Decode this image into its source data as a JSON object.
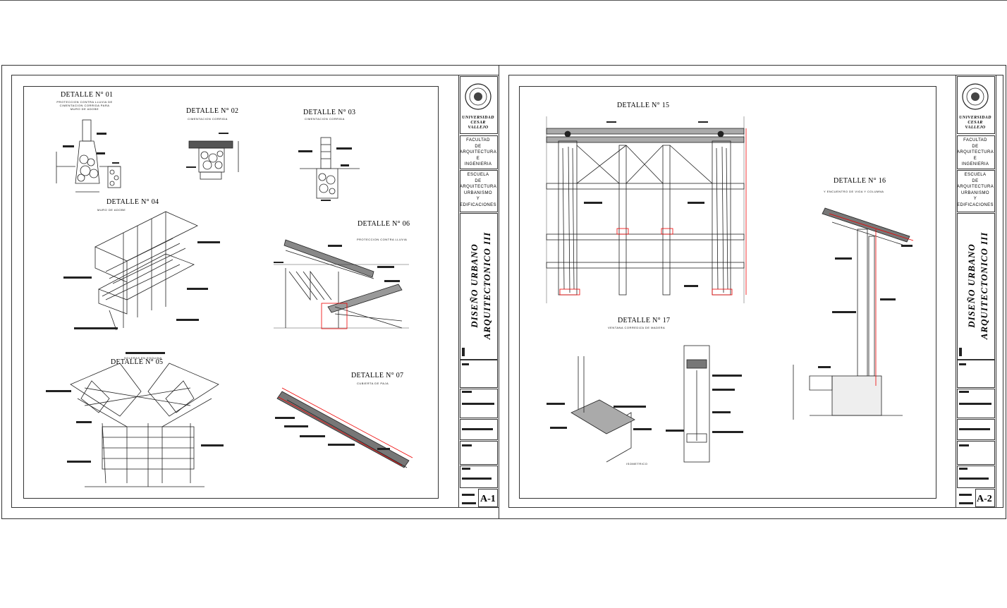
{
  "sheets": [
    {
      "sheet_number": "A-1",
      "university": [
        "UNIVERSIDAD",
        "CESAR",
        "VALLEJO"
      ],
      "faculty": [
        "FACULTAD",
        "DE",
        "ARQUITECTURA",
        "E",
        "INGENIERIA"
      ],
      "school": [
        "ESCUELA",
        "DE",
        "ARQUITECTURA",
        "URBANISMO",
        "Y",
        "EDIFICACIONES"
      ],
      "course_title": [
        "DISEÑO URBANO",
        "ARQUITECTONICO III"
      ],
      "details": [
        {
          "title": "DETALLE N° 01",
          "subtitle": "PROTECCION CONTRA LLUVIA DE CIMENTACION CORRIDA PARA MURO DE ADOBE"
        },
        {
          "title": "DETALLE N° 02",
          "subtitle": "CIMENTACION CORRIDA"
        },
        {
          "title": "DETALLE N° 03",
          "subtitle": "CIMENTACION CORRIDA"
        },
        {
          "title": "DETALLE N° 04",
          "subtitle": "MURO DE ADOBE"
        },
        {
          "title": "DETALLE N° 06",
          "subtitle": "PROTECCION CONTRA LLUVIA"
        },
        {
          "title": "DETALLE N° 05",
          "subtitle": "SOLERAS EN ESQUINA"
        },
        {
          "title": "DETALLE N° 07",
          "subtitle": "CUBIERTA DE PAJA"
        }
      ]
    },
    {
      "sheet_number": "A-2",
      "university": [
        "UNIVERSIDAD",
        "CESAR",
        "VALLEJO"
      ],
      "faculty": [
        "FACULTAD",
        "DE",
        "ARQUITECTURA",
        "E",
        "INGENIERIA"
      ],
      "school": [
        "ESCUELA",
        "DE",
        "ARQUITECTURA",
        "URBANISMO",
        "Y",
        "EDIFICACIONES"
      ],
      "course_title": [
        "DISEÑO URBANO",
        "ARQUITECTONICO III"
      ],
      "details": [
        {
          "title": "DETALLE N° 15",
          "subtitle": ""
        },
        {
          "title": "DETALLE N° 16",
          "subtitle": "Y ENCUENTRO DE VIGA Y COLUMNA"
        },
        {
          "title": "DETALLE N° 17",
          "subtitle": "VENTANA CORREDIZA DE MADERA"
        },
        {
          "title": "",
          "subtitle": "ISOMETRICO"
        }
      ]
    }
  ]
}
